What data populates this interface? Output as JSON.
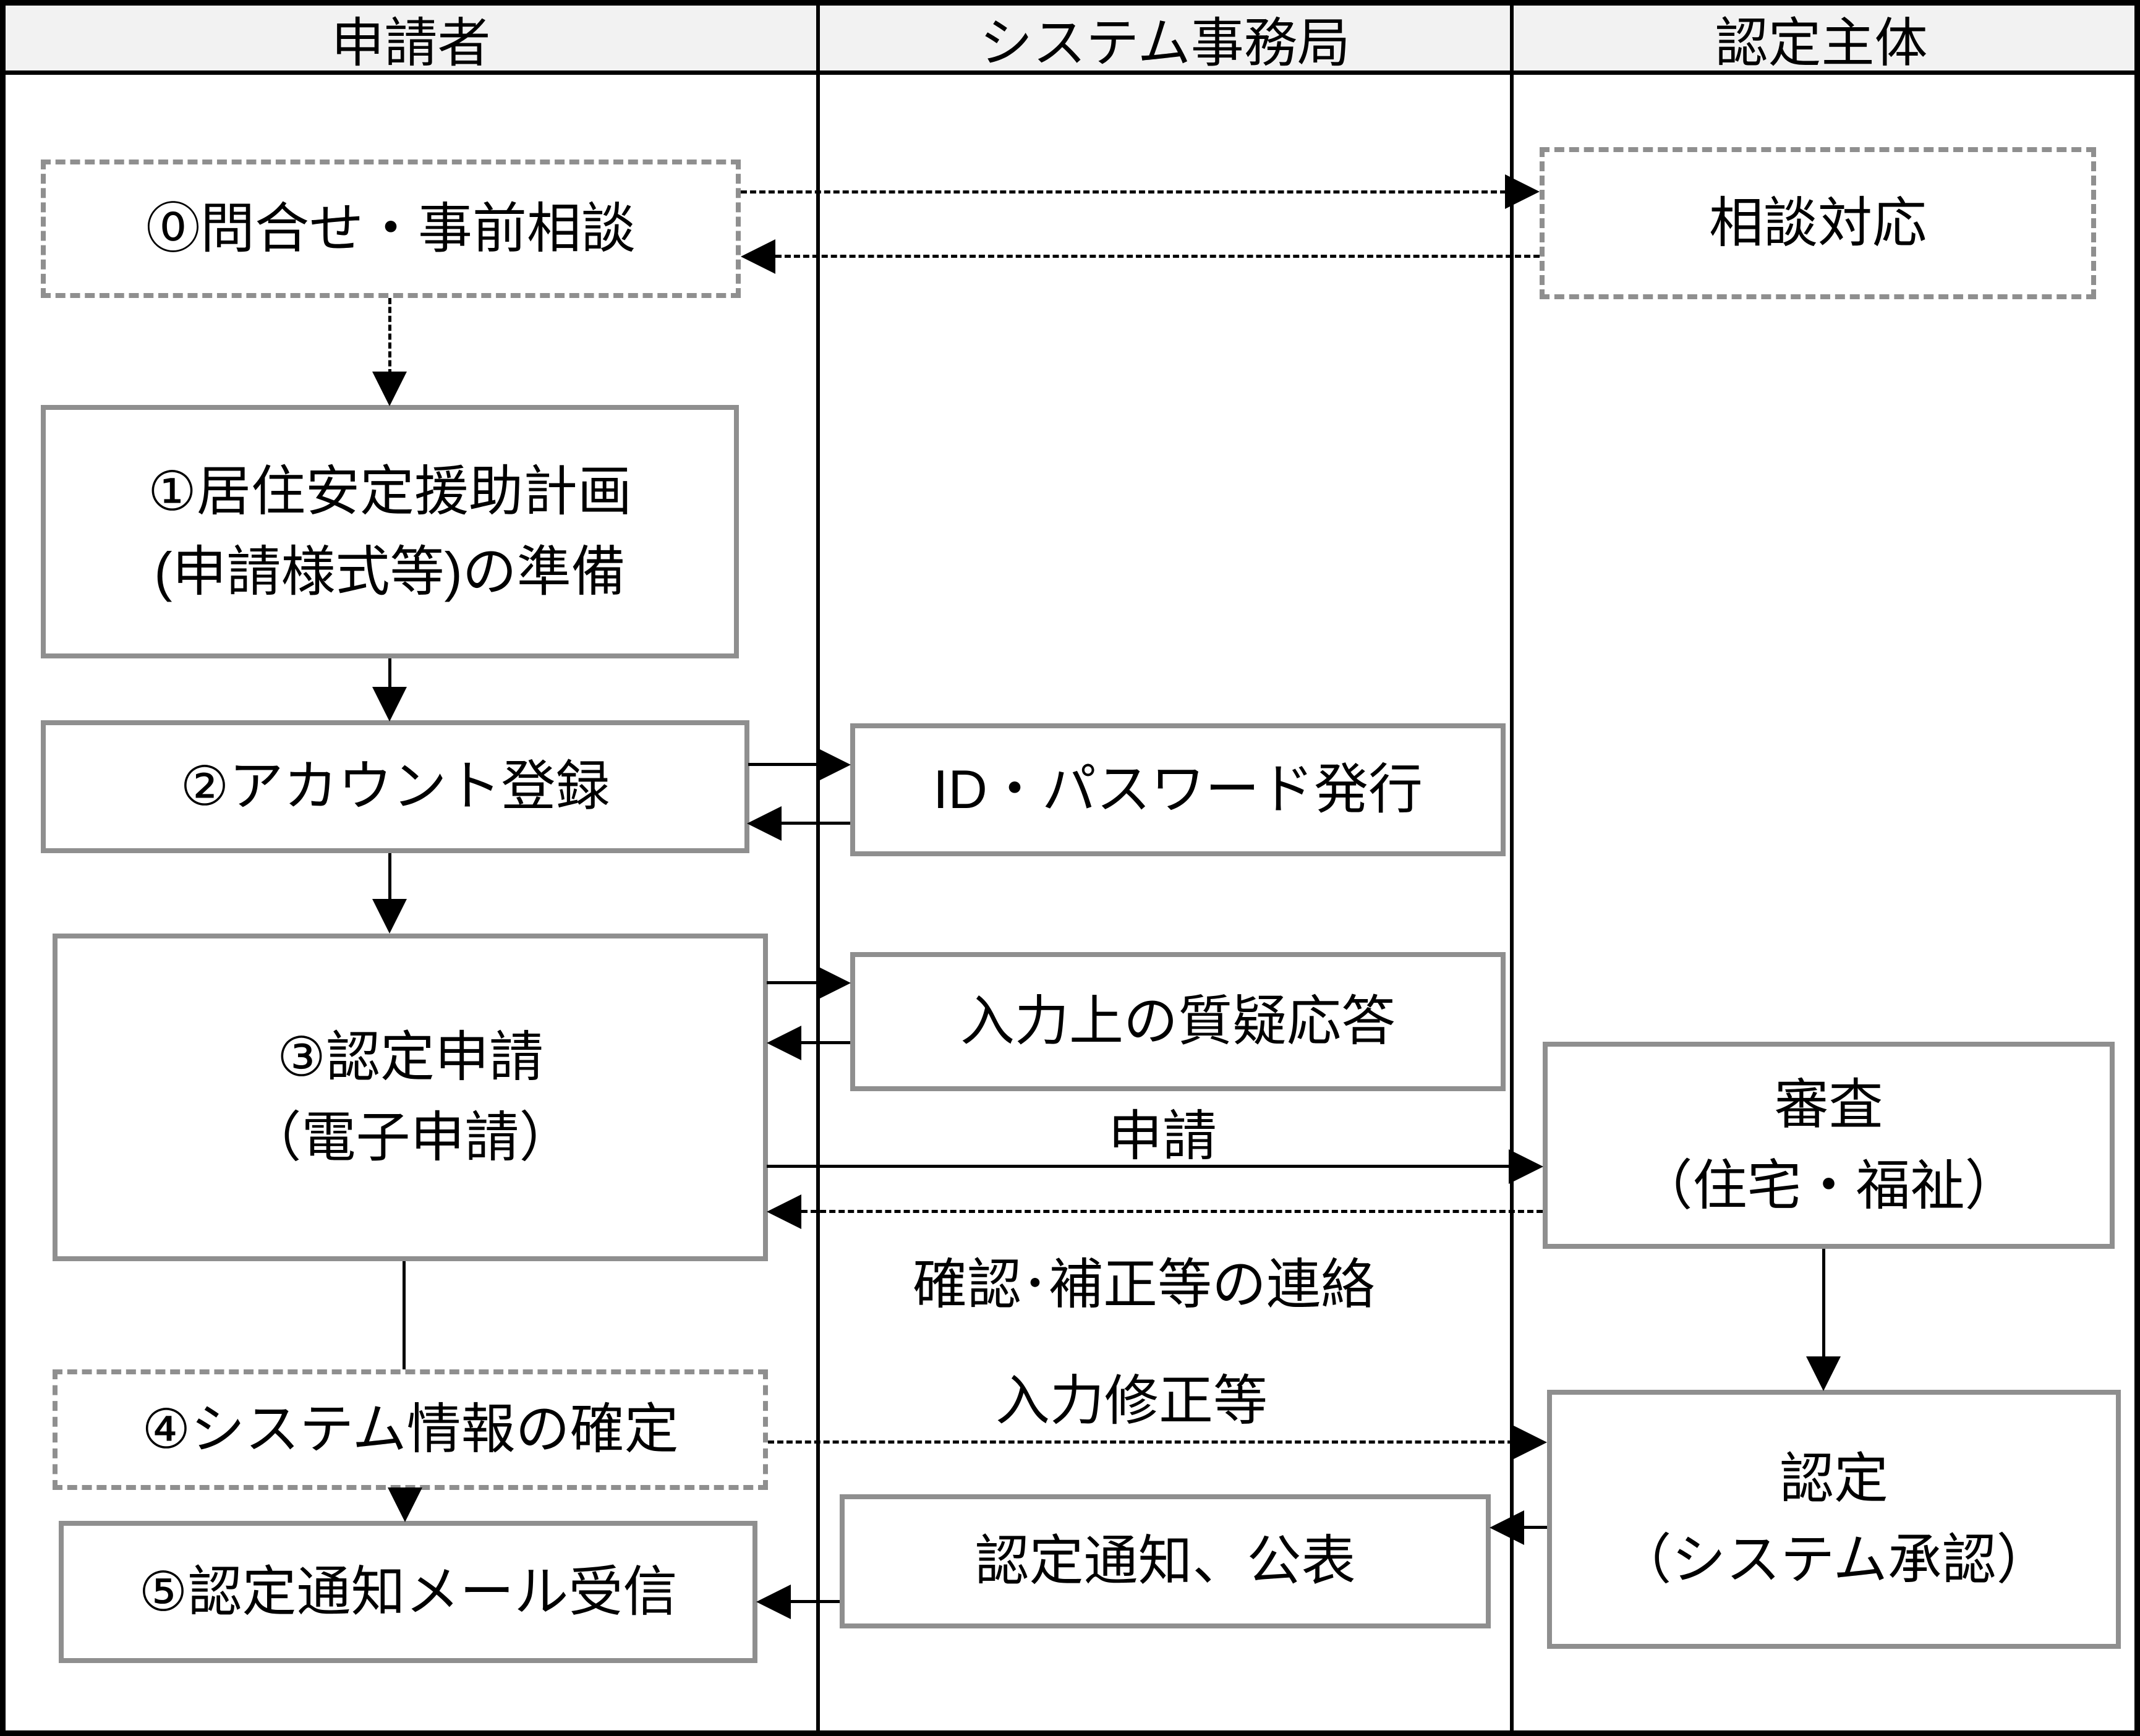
{
  "header": {
    "col1": "申請者",
    "col2": "システム事務局",
    "col3": "認定主体"
  },
  "applicant": {
    "step0": "⓪問合せ・事前相談",
    "step1_line1": "①居住安定援助計画",
    "step1_line2": "(申請様式等)の準備",
    "step2": "②アカウント登録",
    "step3_line1": "③認定申請",
    "step3_line2": "（電子申請）",
    "step4": "④システム情報の確定",
    "step5": "⑤認定通知メール受信"
  },
  "office": {
    "id_issue": "ID・パスワード発行",
    "qa": "入力上の質疑応答",
    "notice": "認定通知、公表",
    "label_apply": "申請",
    "label_confirm": "確認･補正等の連絡",
    "label_fix": "入力修正等"
  },
  "authority": {
    "consult": "相談対応",
    "review_line1": "審査",
    "review_line2": "（住宅・福祉）",
    "approve_line1": "認定",
    "approve_line2": "（システム承認）"
  },
  "colors": {
    "box_border": "#8f8f8f",
    "header_bg": "#f2f2f2",
    "line": "#000000"
  }
}
